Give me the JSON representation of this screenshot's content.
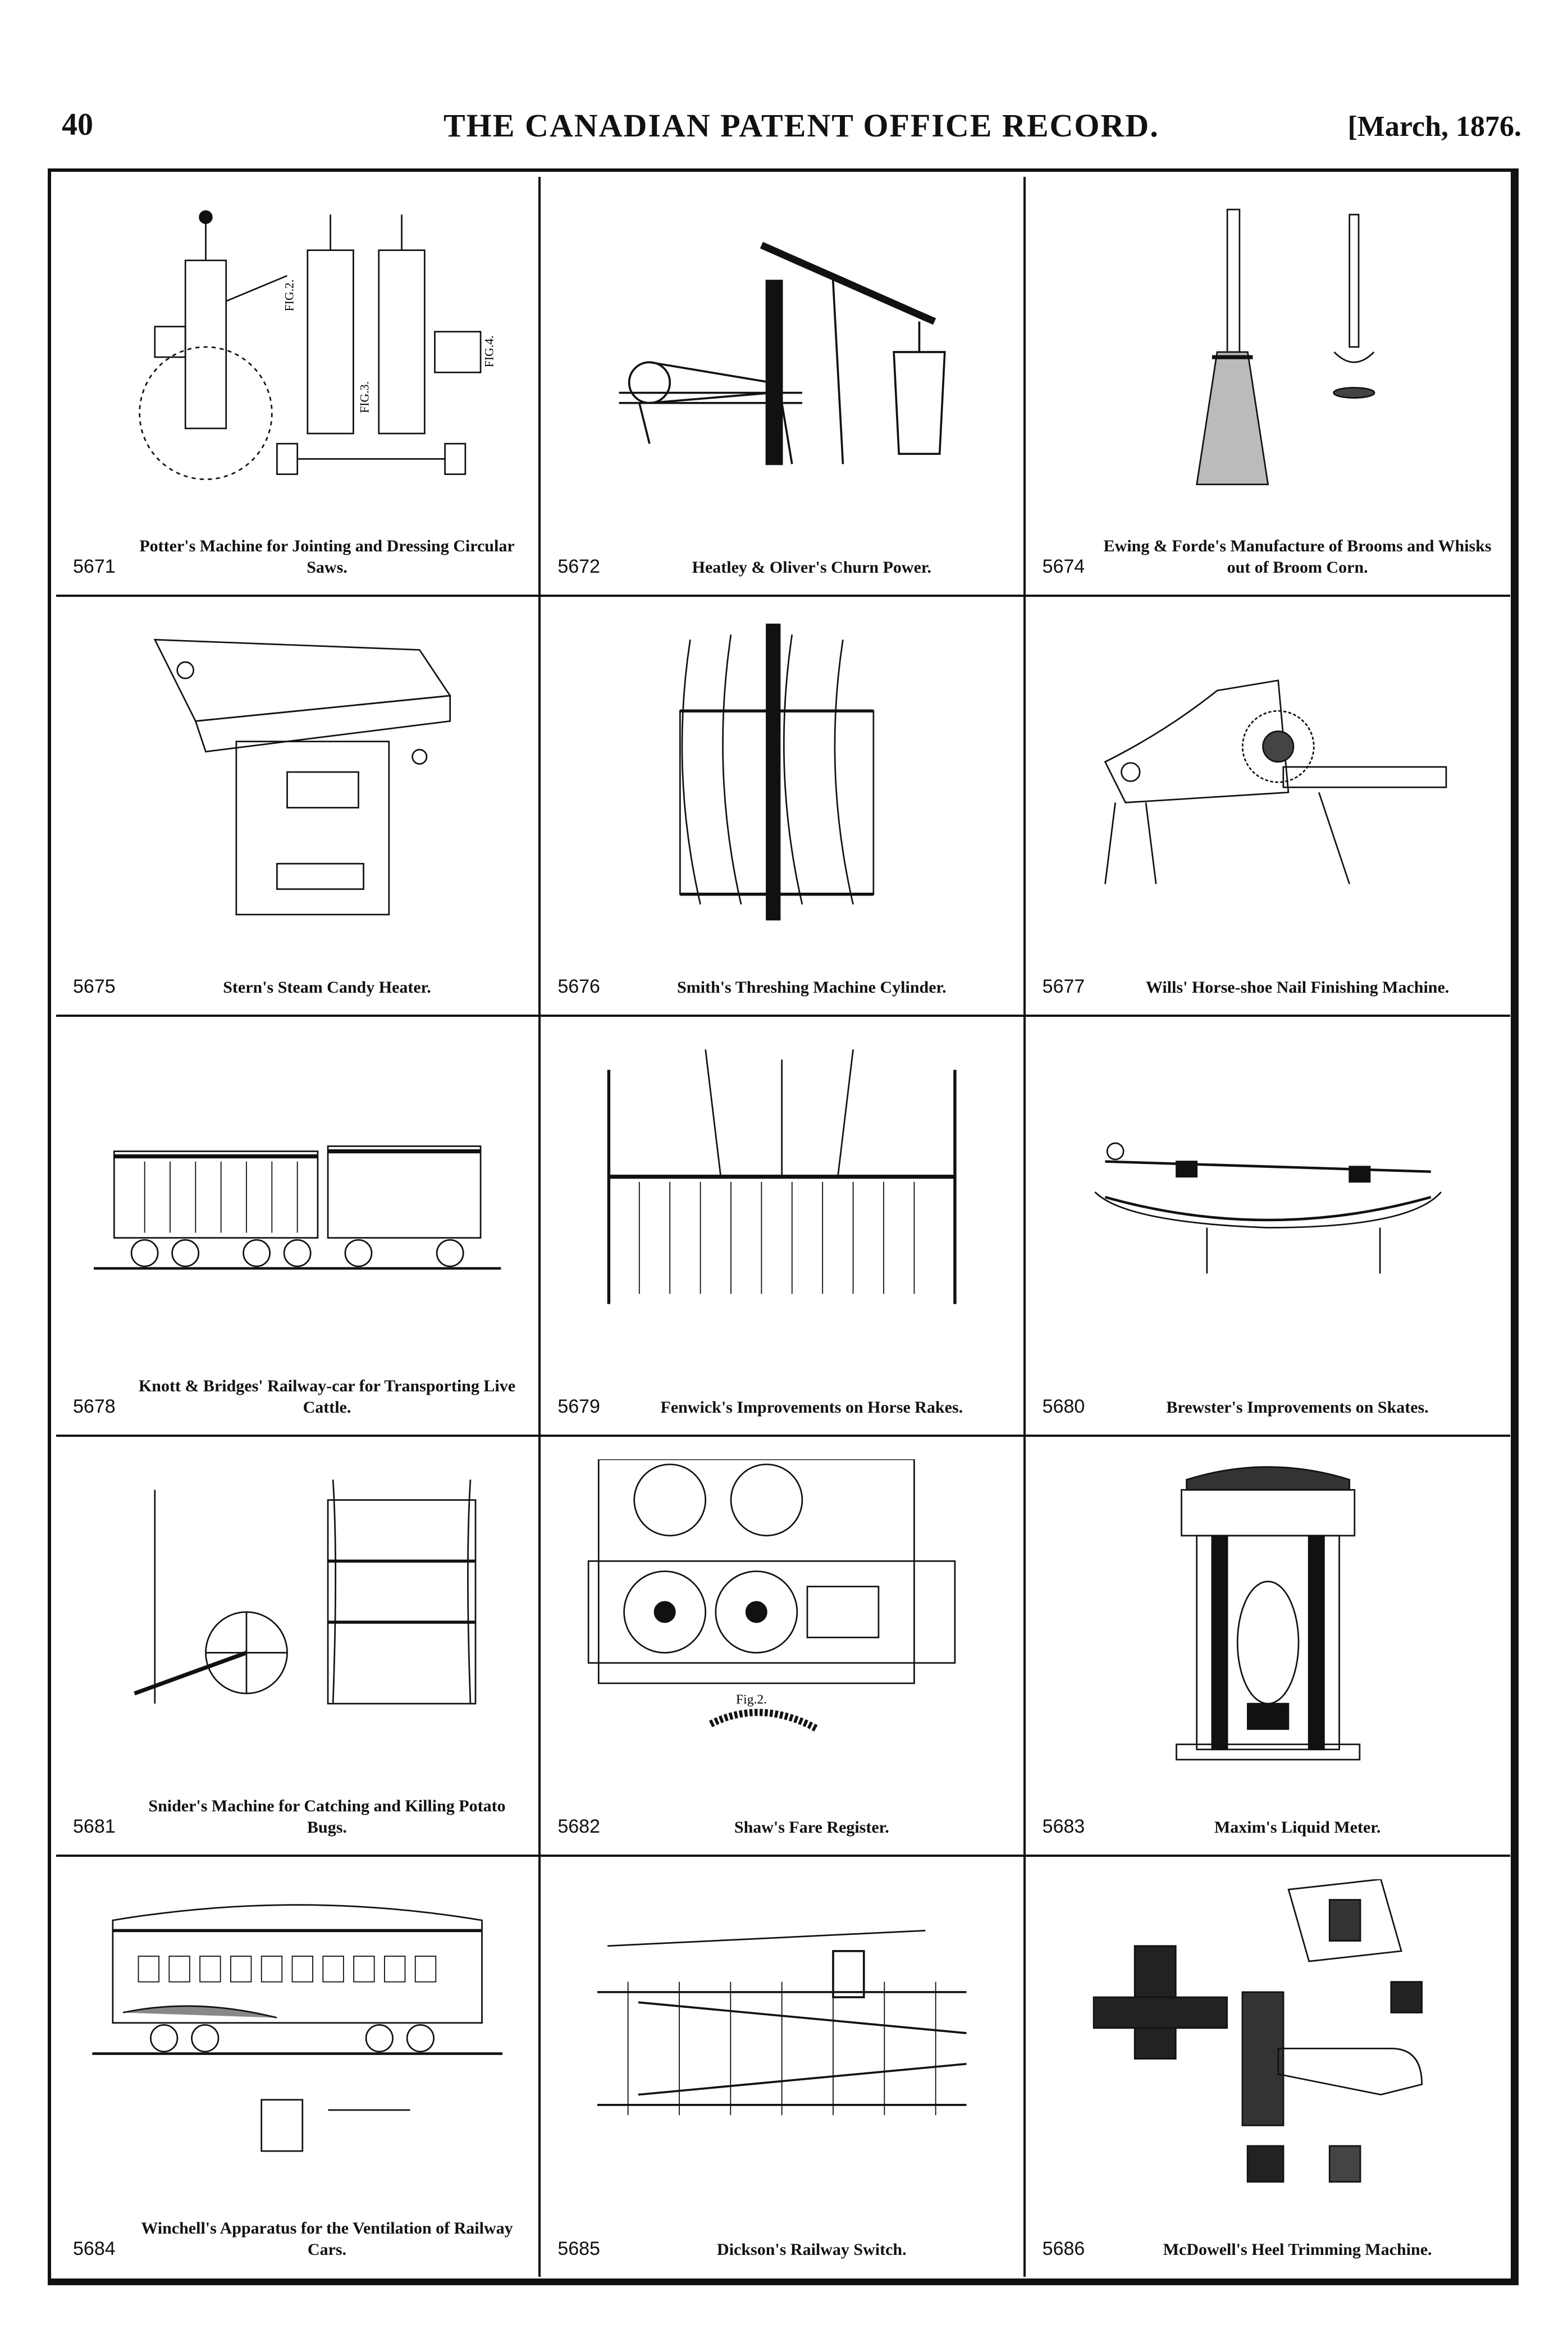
{
  "header": {
    "page_number": "40",
    "title": "THE CANADIAN PATENT OFFICE RECORD.",
    "date": "[March, 1876."
  },
  "patents": [
    {
      "number": "5671",
      "caption": "Potter's Machine for Jointing and Dressing Circular Saws.",
      "icon": "saw-jointing-machine-drawing"
    },
    {
      "number": "5672",
      "caption": "Heatley & Oliver's Churn Power.",
      "icon": "churn-power-drawing"
    },
    {
      "number": "5674",
      "caption": "Ewing & Forde's Manufacture of Brooms and Whisks out of Broom Corn.",
      "icon": "broom-drawing"
    },
    {
      "number": "5675",
      "caption": "Stern's Steam Candy Heater.",
      "icon": "candy-heater-drawing"
    },
    {
      "number": "5676",
      "caption": "Smith's Threshing Machine Cylinder.",
      "icon": "threshing-cylinder-drawing"
    },
    {
      "number": "5677",
      "caption": "Wills' Horse-shoe Nail Finishing Machine.",
      "icon": "nail-finishing-machine-drawing"
    },
    {
      "number": "5678",
      "caption": "Knott & Bridges' Railway-car for Transporting Live Cattle.",
      "icon": "cattle-car-drawing"
    },
    {
      "number": "5679",
      "caption": "Fenwick's Improvements on Horse Rakes.",
      "icon": "horse-rake-drawing"
    },
    {
      "number": "5680",
      "caption": "Brewster's Improvements on Skates.",
      "icon": "skate-drawing"
    },
    {
      "number": "5681",
      "caption": "Snider's Machine for Catching and Killing Potato Bugs.",
      "icon": "potato-bug-machine-drawing"
    },
    {
      "number": "5682",
      "caption": "Shaw's Fare Register.",
      "icon": "fare-register-drawing"
    },
    {
      "number": "5683",
      "caption": "Maxim's Liquid Meter.",
      "icon": "liquid-meter-drawing"
    },
    {
      "number": "5684",
      "caption": "Winchell's Apparatus for the Ventilation of Railway Cars.",
      "icon": "railway-car-ventilation-drawing"
    },
    {
      "number": "5685",
      "caption": "Dickson's Railway Switch.",
      "icon": "railway-switch-drawing"
    },
    {
      "number": "5686",
      "caption": "McDowell's Heel Trimming Machine.",
      "icon": "heel-trimming-machine-drawing"
    }
  ],
  "figure_labels": {
    "fig2": "FIG.2.",
    "fig3": "FIG.3.",
    "fig4": "FIG.4.",
    "fig2b": "Fig.2."
  }
}
